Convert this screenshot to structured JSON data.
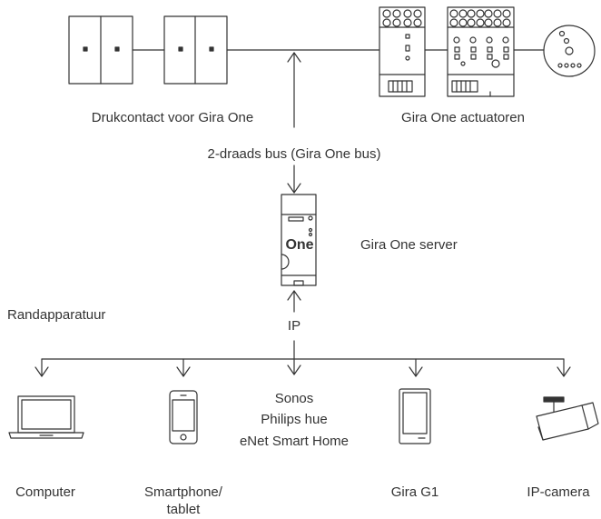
{
  "labels": {
    "push_buttons": "Drukcontact voor Gira One",
    "actuators": "Gira One actuatoren",
    "bus": "2-draads bus (Gira One bus)",
    "server": "Gira One server",
    "peripherals": "Randapparatuur",
    "ip": "IP",
    "integrations": [
      "Sonos",
      "Philips hue",
      "eNet Smart Home"
    ],
    "computer": "Computer",
    "smartphone": [
      "Smartphone/",
      "tablet"
    ],
    "g1": "Gira G1",
    "camera": "IP-camera"
  },
  "device": {
    "server_logo": "One"
  },
  "colors": {
    "line": "#333333",
    "text": "#333333",
    "fill": "#ffffff"
  }
}
